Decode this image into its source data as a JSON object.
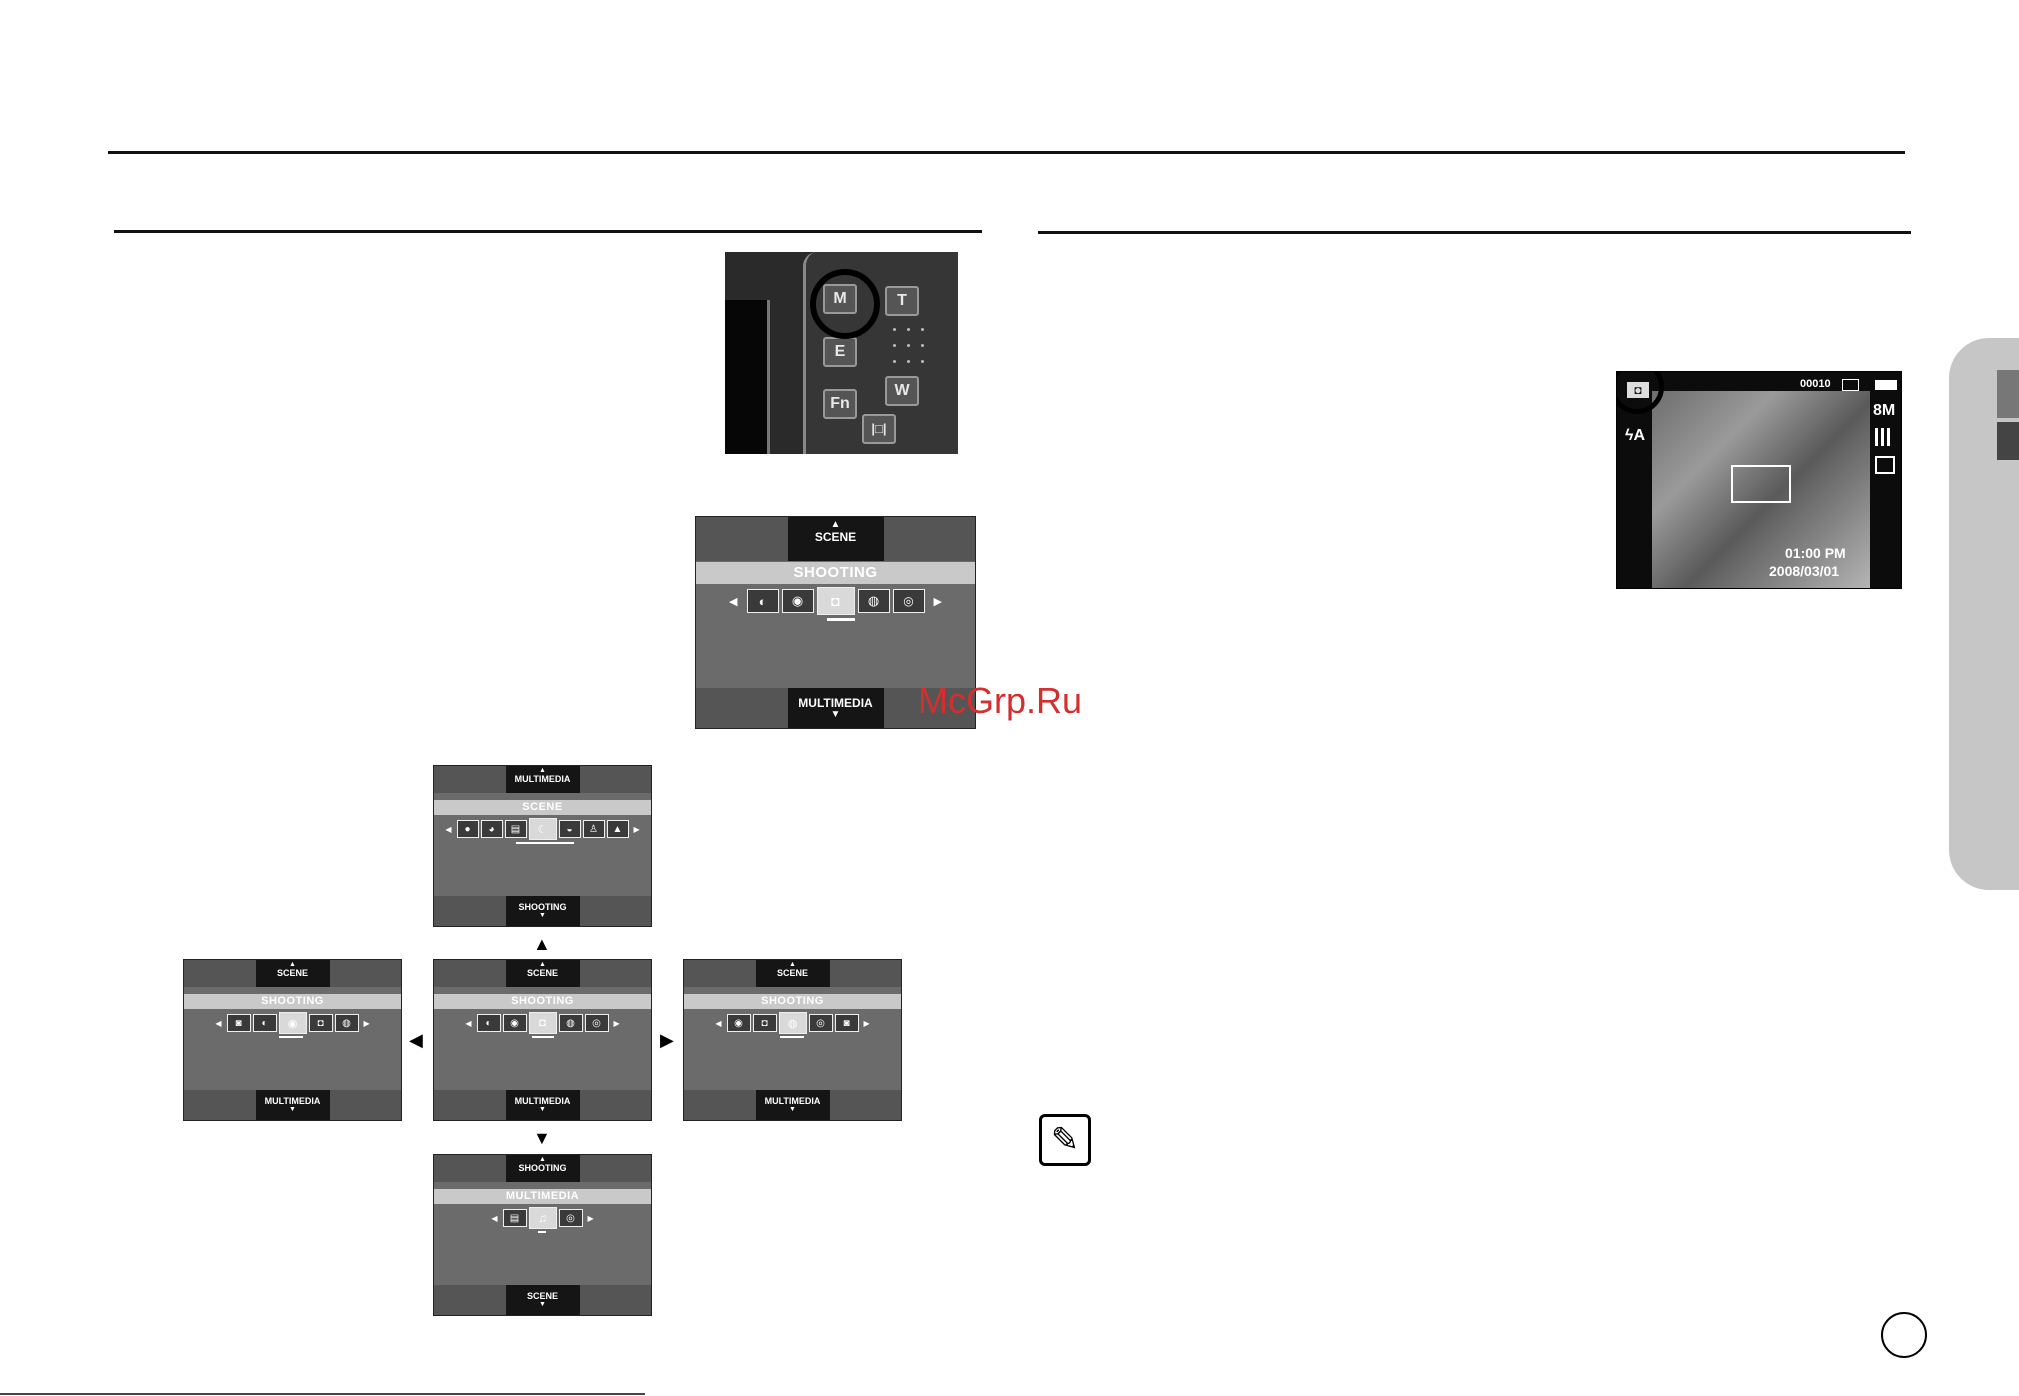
{
  "watermark": "McGrp.Ru",
  "camera_buttons": {
    "m": "M",
    "t": "T",
    "e": "E",
    "w": "W",
    "fn": "Fn"
  },
  "main_panel": {
    "top_tab": "SCENE",
    "band": "SHOOTING",
    "bottom_tab": "MULTIMEDIA"
  },
  "center_up_panel": {
    "top_tab": "MULTIMEDIA",
    "band": "SCENE",
    "bottom_tab": "SHOOTING"
  },
  "left_panel": {
    "top_tab": "SCENE",
    "band": "SHOOTING",
    "bottom_tab": "MULTIMEDIA"
  },
  "center_panel": {
    "top_tab": "SCENE",
    "band": "SHOOTING",
    "bottom_tab": "MULTIMEDIA"
  },
  "right_panel": {
    "top_tab": "SCENE",
    "band": "SHOOTING",
    "bottom_tab": "MULTIMEDIA"
  },
  "down_panel": {
    "top_tab": "SHOOTING",
    "band": "MULTIMEDIA",
    "bottom_tab": "SCENE"
  },
  "lcd": {
    "counter": "00010",
    "resolution": "8M",
    "time": "01:00 PM",
    "date": "2008/03/01"
  }
}
